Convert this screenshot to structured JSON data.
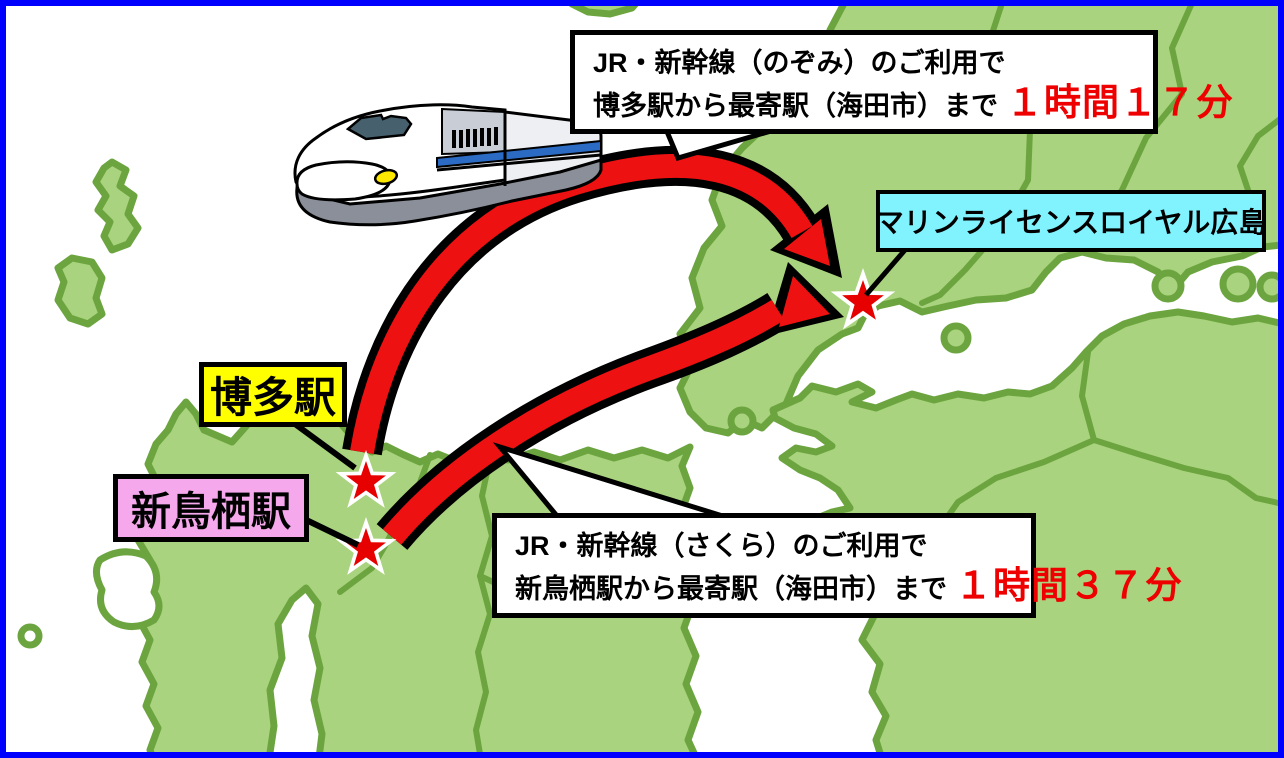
{
  "callouts": {
    "nozomi": {
      "line1": "JR・新幹線（のぞみ）のご利用で",
      "line2_prefix": "博多駅から最寄駅（海田市）まで",
      "time": "１時間１７分"
    },
    "sakura": {
      "line1": "JR・新幹線（さくら）のご利用で",
      "line2_prefix": "新鳥栖駅から最寄駅（海田市）まで",
      "time": "１時間３７分"
    }
  },
  "labels": {
    "hakata_station": "博多駅",
    "shintosu_station": "新鳥栖駅",
    "destination": "マリンライセンスロイヤル広島"
  },
  "icons": {
    "train": "shinkansen-bullet-train-illustration",
    "station_marker": "red-star-marker"
  },
  "colors": {
    "frame_blue": "#0000FF",
    "land_green": "#A9D37E",
    "coast_green": "#6CA53F",
    "arrow_red": "#EE1111",
    "time_red": "#EE0000",
    "star_red": "#E60000",
    "hakata_yellow": "#FFFF00",
    "shintosu_pink": "#F5A8EC",
    "destination_cyan": "#80F3FF"
  }
}
